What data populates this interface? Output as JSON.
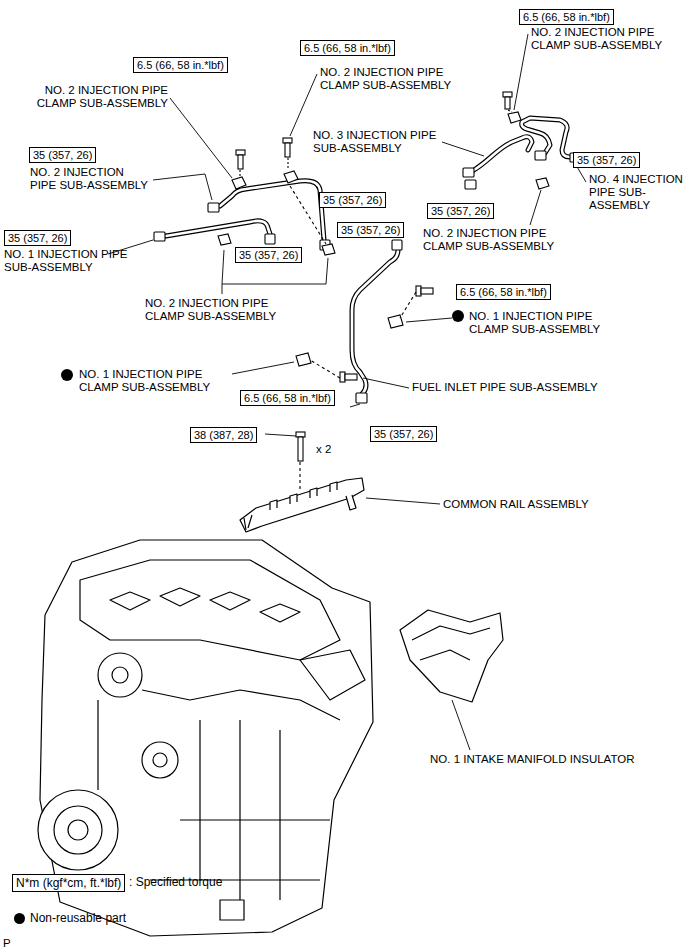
{
  "diagram": {
    "nodes": [
      {
        "text": [
          "6.5 (66, 58 in.*lbf)"
        ]
      },
      {
        "text": [
          "6.5 (66, 58 in.*lbf)"
        ]
      },
      {
        "text": [
          "6.5 (66, 58 in.*lbf)"
        ]
      },
      {
        "text": [
          "35 (357, 26)"
        ]
      },
      {
        "text": [
          "35 (357, 26)"
        ]
      },
      {
        "text": [
          "35 (357, 26)"
        ]
      },
      {
        "text": [
          "35 (357, 26)"
        ]
      },
      {
        "text": [
          "35 (357, 26)"
        ]
      },
      {
        "text": [
          "35 (357, 26)"
        ]
      },
      {
        "text": [
          "35 (357, 26)"
        ]
      },
      {
        "text": [
          "6.5 (66, 58 in.*lbf)"
        ]
      },
      {
        "text": [
          "6.5 (66, 58 in.*lbf)"
        ]
      },
      {
        "text": [
          "35 (357, 26)"
        ]
      },
      {
        "text": [
          "38 (387, 28)"
        ]
      },
      {
        "text": [
          "N*m (kgf*cm, ft.*lbf)"
        ]
      }
    ],
    "labels": [
      "NO. 2 INJECTION PIPE CLAMP SUB-ASSEMBLY",
      "NO. 2 INJECTION PIPE CLAMP SUB-ASSEMBLY",
      "NO. 2 INJECTION PIPE CLAMP SUB-ASSEMBLY",
      "NO. 3 INJECTION PIPE SUB-ASSEMBLY",
      "NO. 2 INJECTION PIPE SUB-ASSEMBLY",
      "NO. 4 INJECTION PIPE SUB-ASSEMBLY",
      "NO. 2 INJECTION PIPE CLAMP SUB-ASSEMBLY",
      "NO. 1 INJECTION PIPE SUB-ASSEMBLY",
      "NO. 2 INJECTION PIPE CLAMP SUB-ASSEMBLY",
      "NO. 1 INJECTION PIPE CLAMP SUB-ASSEMBLY",
      "NO. 1 INJECTION PIPE CLAMP SUB-ASSEMBLY",
      "FUEL INLET PIPE SUB-ASSEMBLY",
      "x 2",
      "COMMON RAIL ASSEMBLY",
      "NO. 1 INTAKE MANIFOLD INSULATOR",
      "P"
    ],
    "legend": [
      {
        "text": ": Specified torque"
      },
      {
        "text": "Non-reusable part",
        "color": "#000000"
      }
    ]
  }
}
